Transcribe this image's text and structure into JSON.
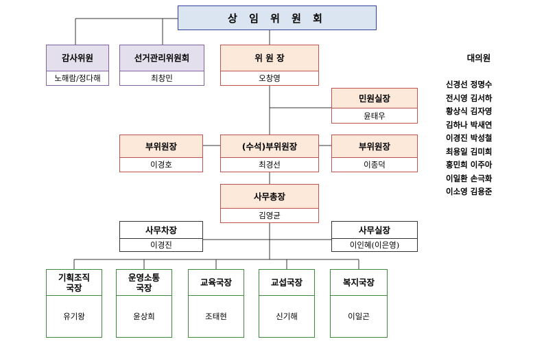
{
  "title": "상 임 위 원 회",
  "audit": {
    "head": "감사위원",
    "name": "노해람/정다해"
  },
  "election": {
    "head": "선거관리위원회",
    "name": "최창민"
  },
  "chair": {
    "head": "위 원 장",
    "name": "오창영"
  },
  "civil": {
    "head": "민원실장",
    "name": "윤태우"
  },
  "vice_left": {
    "head": "부위원장",
    "name": "이경호"
  },
  "vice_senior": {
    "head": "(수석)부위원장",
    "name": "최경선"
  },
  "vice_right": {
    "head": "부위원장",
    "name": "이종덕"
  },
  "secretary_general": {
    "head": "사무총장",
    "name": "김영균"
  },
  "deputy_secretary": {
    "head": "사무차장",
    "name": "이경진"
  },
  "office_chief": {
    "head": "사무실장",
    "name": "이인혜(이은영)"
  },
  "bureaus": [
    {
      "head": "기획조직\n국장",
      "name": "유기왕"
    },
    {
      "head": "운영소통\n국장",
      "name": "윤상희"
    },
    {
      "head": "교육국장",
      "name": "조태현"
    },
    {
      "head": "교섭국장",
      "name": "신기해"
    },
    {
      "head": "복지국장",
      "name": "이일곤"
    }
  ],
  "external": {
    "heading": "대의원",
    "members": [
      "신경선 정명수",
      "전시영 김서하",
      "황상식 김자영",
      "김하나 박새연",
      "이경진 박성철",
      "최용일 김미희",
      "홍민희 이주아",
      "이일환 손극화",
      "이소영 김용준"
    ]
  }
}
